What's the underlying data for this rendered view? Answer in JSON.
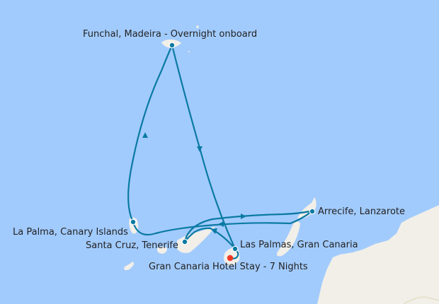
{
  "map": {
    "colors": {
      "sea": "#a2cbfd",
      "land": "#f1efe8",
      "route": "#0a7aa3",
      "port_dot": "#0a7aa3",
      "hotel_dot": "#ef3b24"
    },
    "ports": [
      {
        "id": "funchal",
        "label": "Funchal, Madeira - Overnight onboard"
      },
      {
        "id": "arrecife",
        "label": "Arrecife, Lanzarote"
      },
      {
        "id": "la-palma",
        "label": "La Palma, Canary Islands"
      },
      {
        "id": "santa-cruz",
        "label": "Santa Cruz, Tenerife"
      },
      {
        "id": "las-palmas",
        "label": "Las Palmas, Gran Canaria"
      },
      {
        "id": "hotel",
        "label": "Gran Canaria Hotel Stay - 7 Nights"
      }
    ]
  }
}
